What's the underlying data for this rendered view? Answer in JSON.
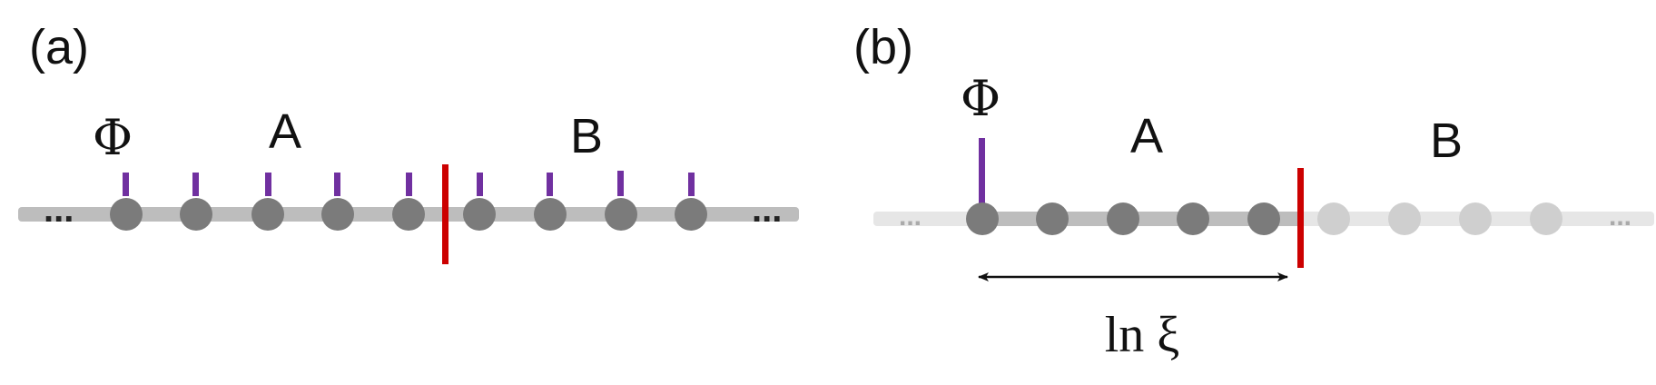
{
  "figure": {
    "panel_a": {
      "label": "(a)",
      "symbol": "Φ",
      "region_a": "A",
      "region_b": "B",
      "ellipsis_left": "...",
      "ellipsis_right": "...",
      "site_count": 9,
      "cut_after_site": 5,
      "legs_on_all_sites": true
    },
    "panel_b": {
      "label": "(b)",
      "symbol": "Φ",
      "region_a": "A",
      "region_b": "B",
      "ellipsis_left": "...",
      "ellipsis_right": "...",
      "region_a_site_count": 5,
      "region_b_site_count": 4,
      "leg_on_first_site_only": true,
      "distance_label": "ln ξ"
    },
    "colors": {
      "site": "#7b7b7b",
      "site_faded": "#cfcfcf",
      "chain": "#bdbdbd",
      "chain_faded": "#e6e6e6",
      "leg": "#7030a0",
      "cut": "#cc0000",
      "arrow": "#111111"
    }
  }
}
